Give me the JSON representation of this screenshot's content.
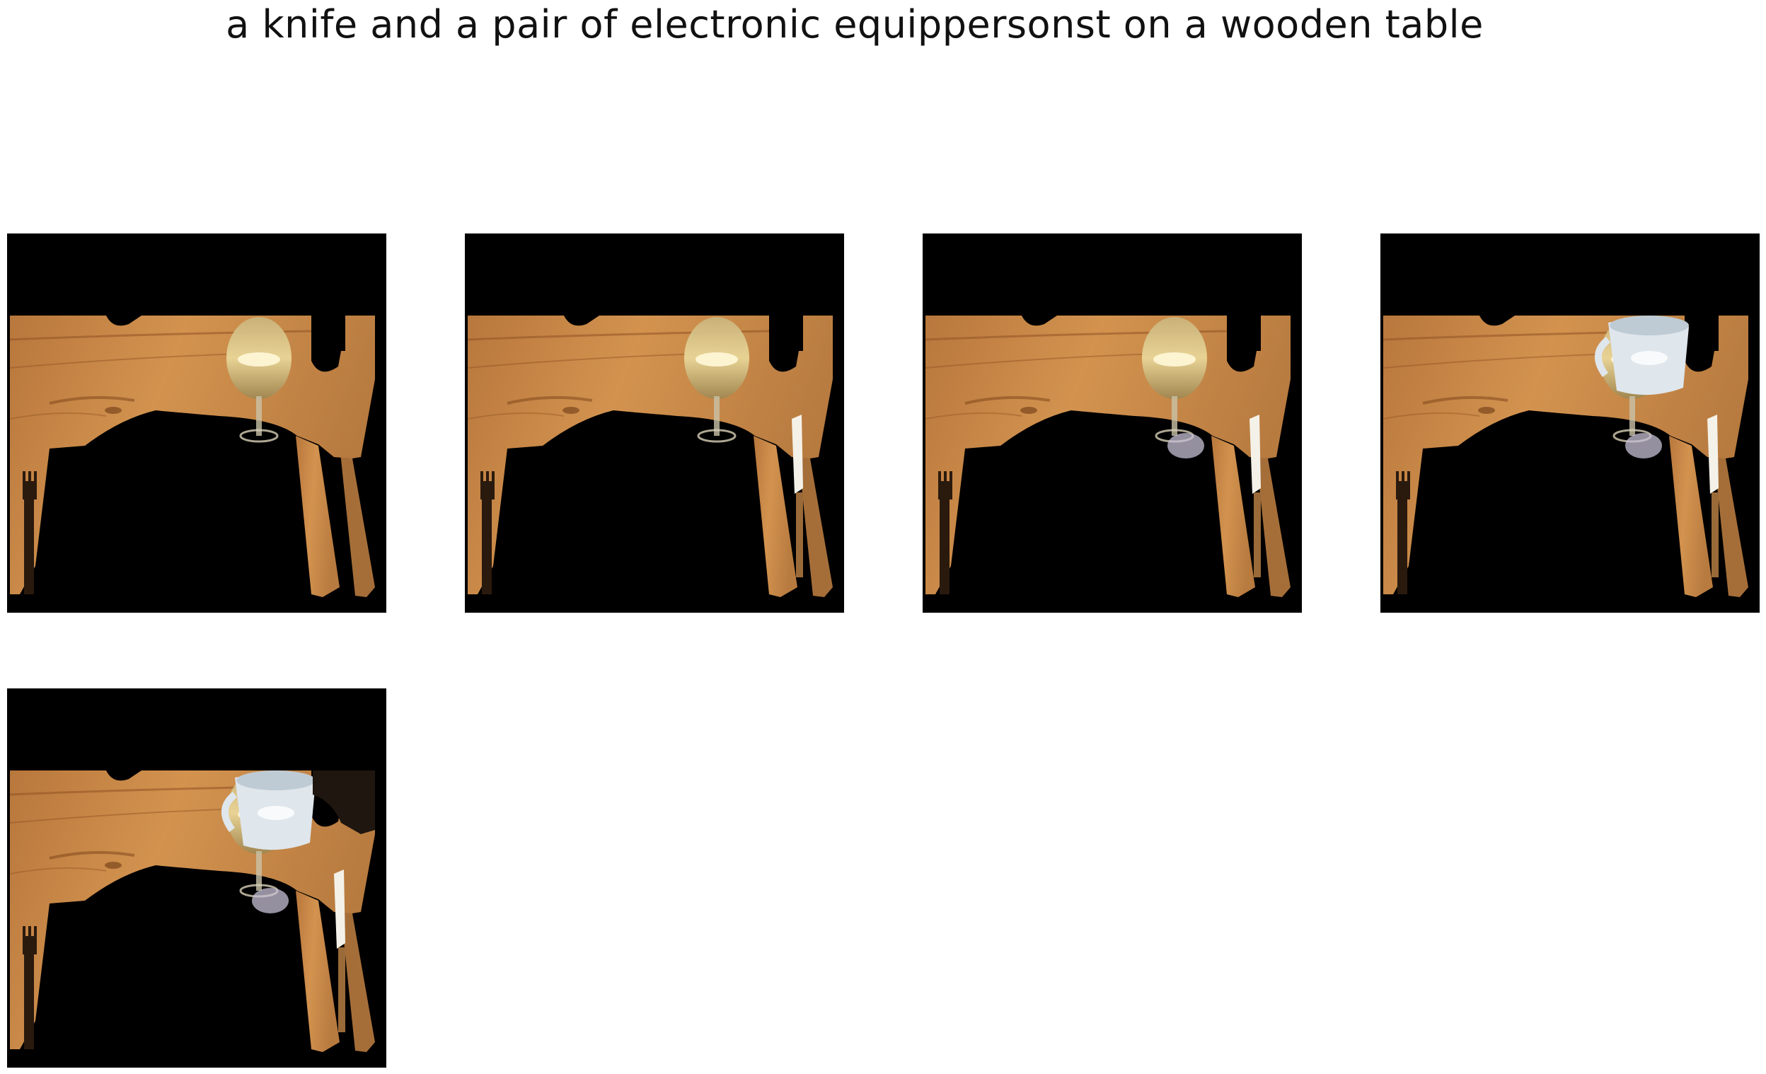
{
  "caption": "a knife and a pair of electronic equippersonst on a wooden table",
  "panels": [
    {
      "objects": [
        "fork",
        "wine-glass"
      ]
    },
    {
      "objects": [
        "fork",
        "wine-glass",
        "knife"
      ]
    },
    {
      "objects": [
        "fork",
        "wine-glass",
        "knife",
        "glass-base"
      ]
    },
    {
      "objects": [
        "fork",
        "wine-glass",
        "knife",
        "glass-base",
        "mug"
      ]
    },
    {
      "objects": [
        "fork",
        "wine-glass",
        "knife",
        "glass-base",
        "mug",
        "wood-patch"
      ]
    }
  ],
  "colors": {
    "background": "#000000",
    "wood_light": "#c98a4b",
    "wood_dark": "#8f5224",
    "glass": "#d8c27a",
    "knife": "#f4f1e8",
    "mug": "#dfe6ec"
  }
}
